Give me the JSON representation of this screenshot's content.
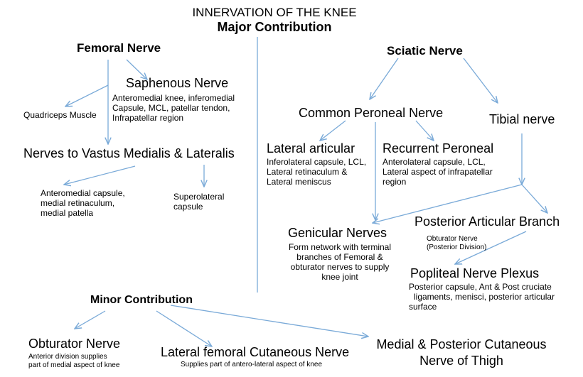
{
  "title": "INNERVATION OF THE KNEE",
  "major_contribution": "Major Contribution",
  "minor_contribution": "Minor Contribution",
  "femoral": {
    "title": "Femoral Nerve",
    "saphenous": {
      "title": "Saphenous Nerve",
      "desc": [
        "Anteromedial knee, inferomedial",
        "Capsule, MCL, patellar tendon,",
        "Infrapatellar region"
      ]
    },
    "quadriceps": "Quadriceps Muscle",
    "vastus": {
      "title": "Nerves to Vastus Medialis & Lateralis",
      "left_desc": [
        "Anteromedial capsule,",
        "medial retinaculum,",
        "medial patella"
      ],
      "right_desc": [
        "Superolateral",
        "capsule"
      ]
    }
  },
  "sciatic": {
    "title": "Sciatic Nerve",
    "common_peroneal": "Common Peroneal Nerve",
    "tibial": "Tibial nerve",
    "lateral_articular": {
      "title": "Lateral articular",
      "desc": [
        "Inferolateral capsule, LCL,",
        "Lateral retinaculum &",
        "Lateral meniscus"
      ]
    },
    "recurrent_peroneal": {
      "title": "Recurrent Peroneal",
      "desc": [
        "Anterolateral capsule, LCL,",
        "Lateral aspect of infrapatellar",
        "region"
      ]
    },
    "genicular": {
      "title": "Genicular Nerves",
      "desc": [
        "Form network with terminal",
        "branches of Femoral &",
        "obturator nerves to supply",
        "knee joint"
      ]
    },
    "posterior_articular": {
      "title": "Posterior Articular Branch",
      "desc": [
        "Obturator  Nerve",
        "(Posterior Division)"
      ]
    },
    "popliteal": {
      "title": "Popliteal Nerve Plexus",
      "desc": [
        "Posterior capsule, Ant & Post cruciate",
        "ligaments, menisci, posterior articular",
        "surface"
      ]
    }
  },
  "minor": {
    "obturator": {
      "title": "Obturator Nerve",
      "desc": [
        "Anterior division supplies",
        "part of medial aspect of knee"
      ]
    },
    "lateral_femoral": {
      "title": "Lateral femoral Cutaneous Nerve",
      "desc": [
        "Supplies part of antero-lateral aspect of knee"
      ]
    },
    "medial_posterior": {
      "title": [
        "Medial & Posterior Cutaneous",
        "Nerve of Thigh"
      ]
    }
  },
  "colors": {
    "arrow": "#7aaad8",
    "text": "#000000",
    "background": "#ffffff"
  }
}
